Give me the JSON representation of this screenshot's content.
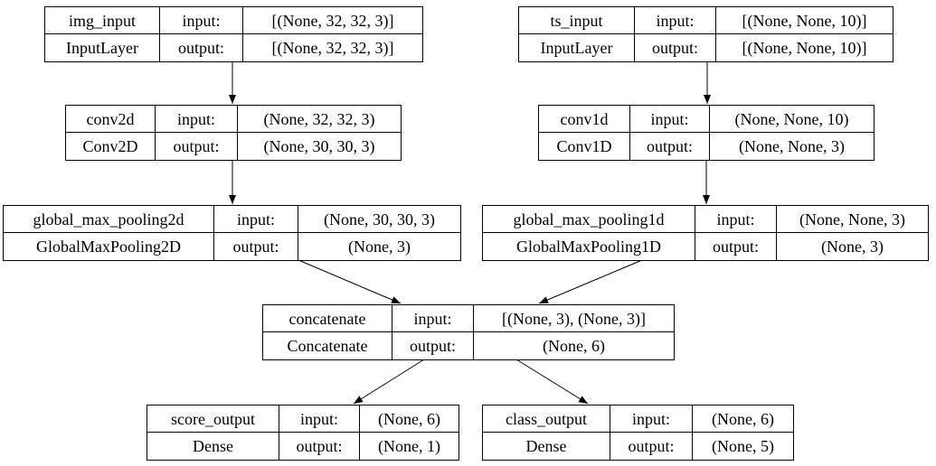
{
  "labels": {
    "input": "input:",
    "output": "output:"
  },
  "nodes": [
    {
      "id": "img_input",
      "name": "img_input",
      "type": "InputLayer",
      "input_shape": "[(None, 32, 32, 3)]",
      "output_shape": "[(None, 32, 32, 3)]"
    },
    {
      "id": "ts_input",
      "name": "ts_input",
      "type": "InputLayer",
      "input_shape": "[(None, None, 10)]",
      "output_shape": "[(None, None, 10)]"
    },
    {
      "id": "conv2d",
      "name": "conv2d",
      "type": "Conv2D",
      "input_shape": "(None, 32, 32, 3)",
      "output_shape": "(None, 30, 30, 3)"
    },
    {
      "id": "conv1d",
      "name": "conv1d",
      "type": "Conv1D",
      "input_shape": "(None, None, 10)",
      "output_shape": "(None, None, 3)"
    },
    {
      "id": "global_max_pooling2d",
      "name": "global_max_pooling2d",
      "type": "GlobalMaxPooling2D",
      "input_shape": "(None, 30, 30, 3)",
      "output_shape": "(None, 3)"
    },
    {
      "id": "global_max_pooling1d",
      "name": "global_max_pooling1d",
      "type": "GlobalMaxPooling1D",
      "input_shape": "(None, None, 3)",
      "output_shape": "(None, 3)"
    },
    {
      "id": "concatenate",
      "name": "concatenate",
      "type": "Concatenate",
      "input_shape": "[(None, 3), (None, 3)]",
      "output_shape": "(None, 6)"
    },
    {
      "id": "score_output",
      "name": "score_output",
      "type": "Dense",
      "input_shape": "(None, 6)",
      "output_shape": "(None, 1)"
    },
    {
      "id": "class_output",
      "name": "class_output",
      "type": "Dense",
      "input_shape": "(None, 6)",
      "output_shape": "(None, 5)"
    }
  ],
  "edges": [
    {
      "from": "img_input",
      "to": "conv2d"
    },
    {
      "from": "ts_input",
      "to": "conv1d"
    },
    {
      "from": "conv2d",
      "to": "global_max_pooling2d"
    },
    {
      "from": "conv1d",
      "to": "global_max_pooling1d"
    },
    {
      "from": "global_max_pooling2d",
      "to": "concatenate"
    },
    {
      "from": "global_max_pooling1d",
      "to": "concatenate"
    },
    {
      "from": "concatenate",
      "to": "score_output"
    },
    {
      "from": "concatenate",
      "to": "class_output"
    }
  ],
  "colors": {
    "background": "#ffffff",
    "border": "#000000",
    "text": "#000000",
    "edge": "#000000"
  }
}
